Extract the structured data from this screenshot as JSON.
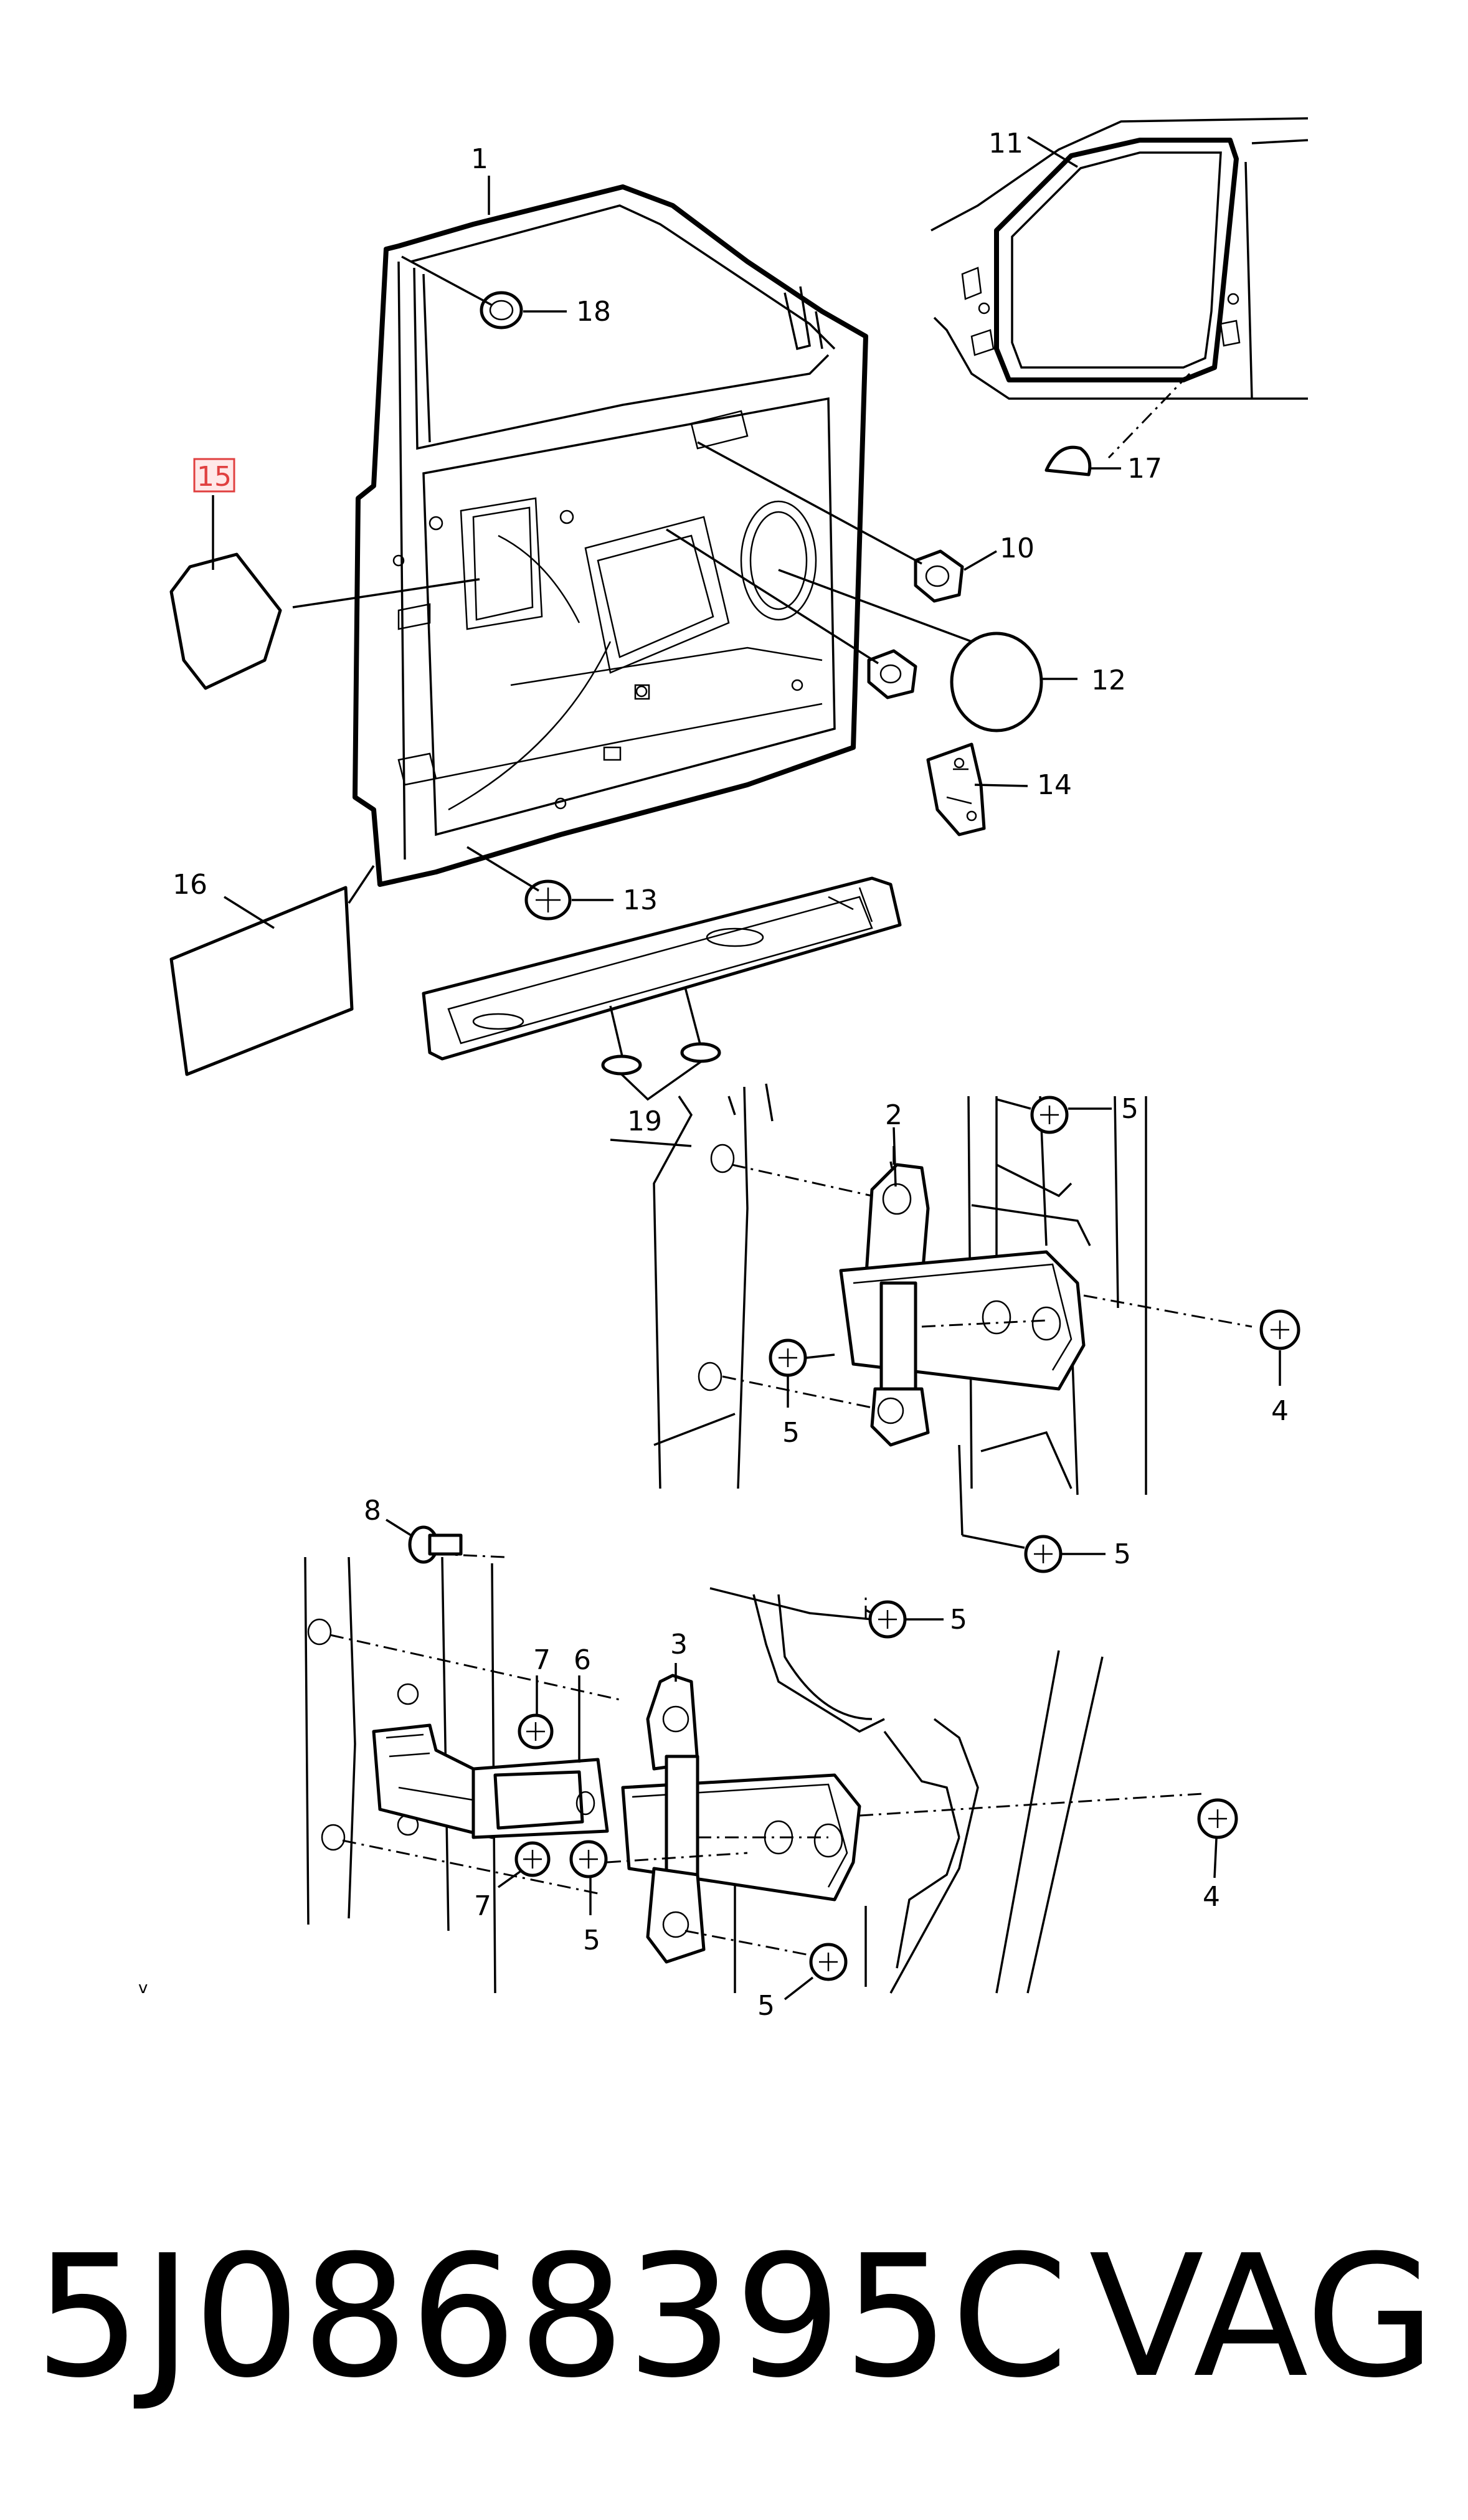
{
  "callouts": {
    "c1": "1",
    "c2": "2",
    "c3": "3",
    "c4a": "4",
    "c4b": "4",
    "c5a": "5",
    "c5b": "5",
    "c5c": "5",
    "c5d": "5",
    "c5e": "5",
    "c5f": "5",
    "c6": "6",
    "c7a": "7",
    "c7b": "7",
    "c8": "8",
    "c10": "10",
    "c11": "11",
    "c12": "12",
    "c13": "13",
    "c14": "14",
    "c15": "15",
    "c16": "16",
    "c17": "17",
    "c18": "18",
    "c19": "19"
  },
  "highlight_color": "#e04040",
  "corner_mark": "v",
  "footer": {
    "part_number": "5J0868395C",
    "brand": "VAG"
  }
}
